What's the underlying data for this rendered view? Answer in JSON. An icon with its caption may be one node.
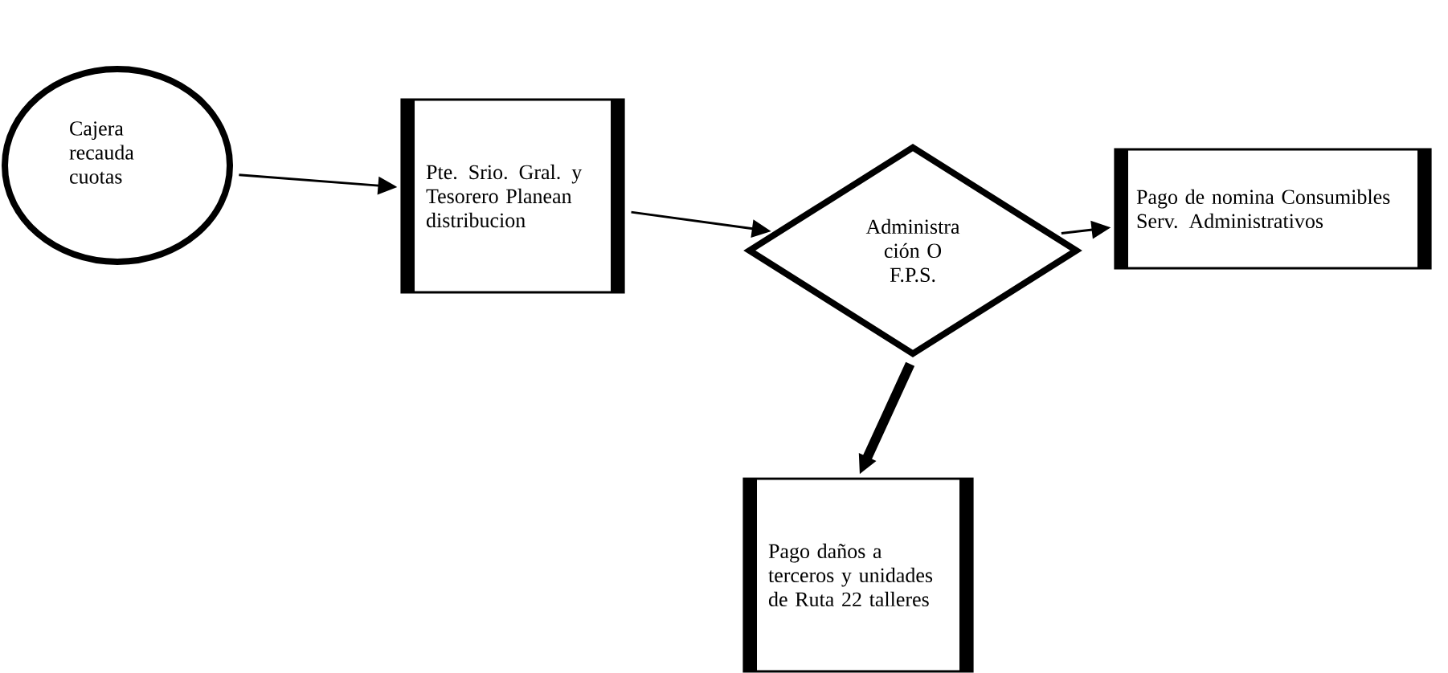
{
  "diagram": {
    "nodes": [
      {
        "text": [
          "Cajera recauda cuotas"
        ]
      },
      {
        "text": [
          "Pte. Srio. Gral. y Tesorero Planean distribucion"
        ]
      },
      {
        "text": [
          "Administra ción O F.P.S."
        ]
      },
      {
        "text": [
          "Pago de nomina Consumibles Serv. Administrativos"
        ]
      },
      {
        "text": [
          "Pago daños a terceros y unidades de Ruta 22 talleres"
        ]
      }
    ],
    "edges": [
      {
        "from": 0,
        "to": 1,
        "arrow": "to"
      },
      {
        "from": 1,
        "to": 2,
        "arrow": "to"
      },
      {
        "from": 2,
        "to": 3,
        "arrow": "to"
      },
      {
        "from": 2,
        "to": 4,
        "arrow": "to",
        "style": "thick"
      }
    ]
  }
}
